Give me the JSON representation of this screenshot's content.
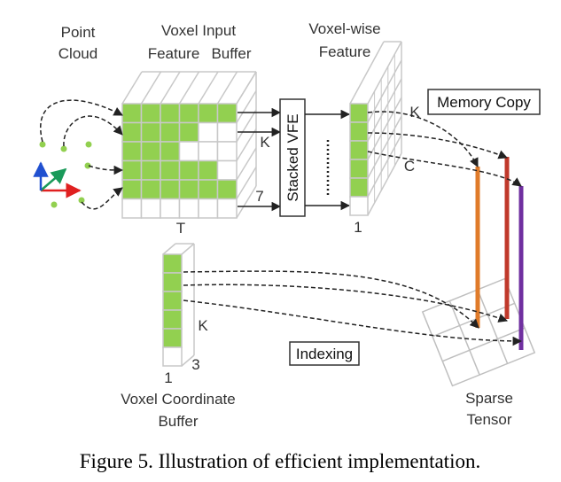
{
  "labels": {
    "point_cloud_1": "Point",
    "point_cloud_2": "Cloud",
    "voxel_input_1": "Voxel Input",
    "feature": "Feature",
    "buffer": "Buffer",
    "voxel_wise_1": "Voxel-wise",
    "voxel_wise_2": "Feature",
    "memory_copy": "Memory Copy",
    "stacked_vfe": "Stacked VFE",
    "k_top": "K",
    "k_mid": "K",
    "k_coord": "K",
    "seven": "7",
    "t": "T",
    "c": "C",
    "one_feature": "1",
    "one_coord": "1",
    "three": "3",
    "indexing": "Indexing",
    "voxel_coord_1": "Voxel Coordinate",
    "voxel_coord_2": "Buffer",
    "sparse_1": "Sparse",
    "sparse_2": "Tensor"
  },
  "caption": "Figure 5. Illustration of efficient implementation.",
  "colors": {
    "cell_green": "#92d050",
    "grid_gray": "#c8c8c8",
    "bar_orange": "#e07b2a",
    "bar_red": "#c0392b",
    "bar_purple": "#7030a0",
    "axis_red": "#e02020",
    "axis_green": "#1a9a5a",
    "axis_blue": "#2050d0"
  },
  "input_buffer_fill": [
    [
      1,
      1,
      1,
      1,
      1,
      1
    ],
    [
      1,
      1,
      1,
      1,
      0,
      0
    ],
    [
      1,
      1,
      1,
      0,
      0,
      0
    ],
    [
      1,
      1,
      1,
      1,
      1,
      0
    ],
    [
      1,
      1,
      1,
      1,
      1,
      1
    ],
    [
      0,
      0,
      0,
      0,
      0,
      0
    ]
  ],
  "voxel_feature_fill": [
    1,
    1,
    1,
    1,
    1,
    0
  ],
  "coord_buffer_fill": [
    1,
    1,
    1,
    1,
    1
  ]
}
